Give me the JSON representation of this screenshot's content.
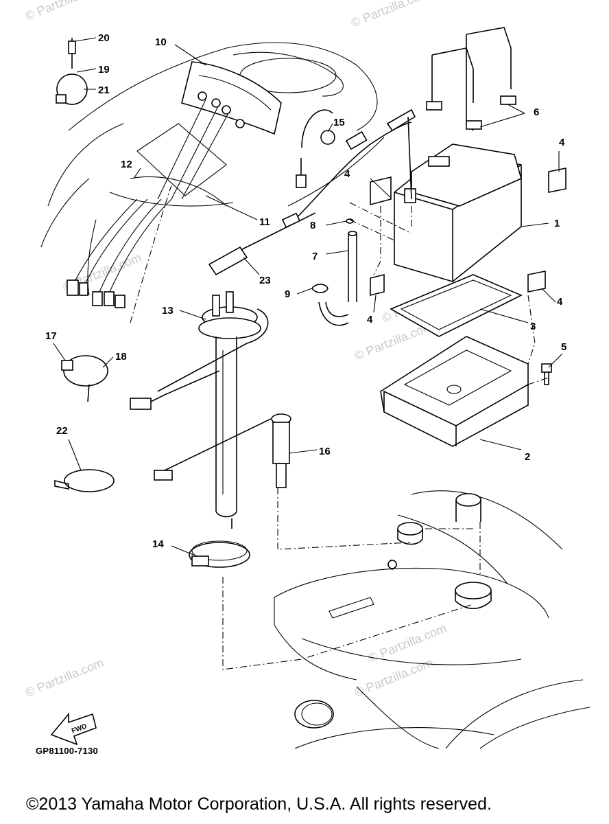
{
  "watermarks": [
    "© Partzilla.com",
    "© Partzilla.com",
    "© Partzilla.com",
    "© Partzilla.com",
    "© Partzilla.com",
    "© Partzilla.com",
    "© Partzilla.com",
    "© Partzilla.com"
  ],
  "callouts": [
    "1",
    "2",
    "3",
    "4",
    "4",
    "4",
    "4",
    "5",
    "6",
    "7",
    "8",
    "9",
    "10",
    "11",
    "12",
    "13",
    "14",
    "15",
    "16",
    "17",
    "18",
    "19",
    "20",
    "21",
    "22",
    "23"
  ],
  "fwd_label": "FWD",
  "diagram_code": "GP81100-7130",
  "copyright": "©2013 Yamaha Motor Corporation, U.S.A. All rights reserved."
}
